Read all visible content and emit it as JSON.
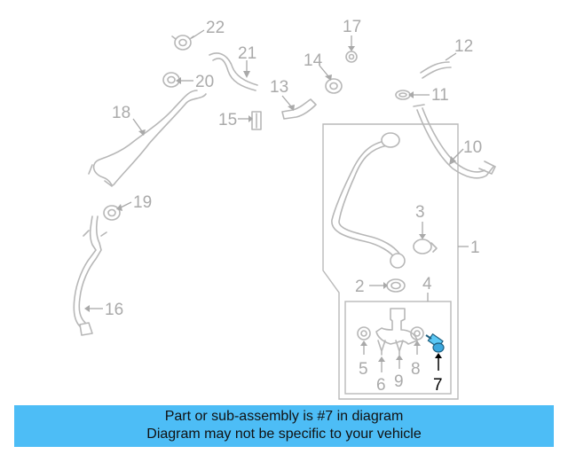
{
  "diagram": {
    "callouts": {
      "c1": "1",
      "c2": "2",
      "c3": "3",
      "c4": "4",
      "c5": "5",
      "c6": "6",
      "c7": "7",
      "c8": "8",
      "c9": "9",
      "c10": "10",
      "c11": "11",
      "c12": "12",
      "c13": "13",
      "c14": "14",
      "c15": "15",
      "c16": "16",
      "c17": "17",
      "c18": "18",
      "c19": "19",
      "c20": "20",
      "c21": "21",
      "c22": "22"
    },
    "highlighted_part": "7",
    "colors": {
      "line_art": "#b7b7b7",
      "highlight_part": "#5bc8f5",
      "banner": "#4dbdf6"
    }
  },
  "banner": {
    "line1": "Part or sub-assembly is #7 in diagram",
    "line2": "Diagram may not be specific to your vehicle"
  }
}
